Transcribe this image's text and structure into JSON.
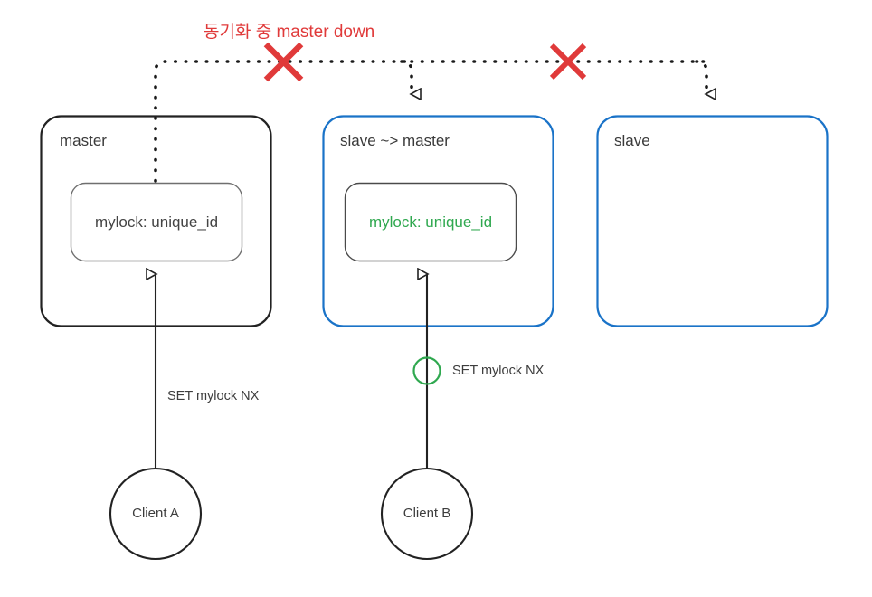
{
  "diagram": {
    "title": "동기화 중 master down",
    "title_color": "#e03a3a",
    "colors": {
      "blue": "#1a73c8",
      "green": "#2fa84f",
      "red": "#e03a3a",
      "dark": "#222222",
      "gray": "#808080"
    },
    "nodes": [
      {
        "id": "master",
        "label": "master",
        "border_color": "#222222",
        "inner": {
          "label": "mylock: unique_id",
          "text_color": "#444444"
        }
      },
      {
        "id": "slave-promoted",
        "label": "slave ~> master",
        "border_color": "#1a73c8",
        "inner": {
          "label": "mylock: unique_id",
          "text_color": "#2fa84f"
        }
      },
      {
        "id": "slave",
        "label": "slave",
        "border_color": "#1a73c8",
        "inner": null
      }
    ],
    "clients": [
      {
        "id": "client-a",
        "label": "Client A"
      },
      {
        "id": "client-b",
        "label": "Client B"
      }
    ],
    "edges": [
      {
        "id": "client-a-set",
        "label": "SET mylock NX",
        "from": "client-a",
        "to": "master"
      },
      {
        "id": "client-b-set",
        "label": "SET mylock NX",
        "from": "client-b",
        "to": "slave-promoted",
        "marker": "circle",
        "marker_color": "#2fa84f"
      }
    ],
    "replication": {
      "style": "dotted",
      "from": "master",
      "to": [
        "slave-promoted",
        "slave"
      ],
      "blocked_marks": 2,
      "blocked_symbol": "X",
      "blocked_color": "#e03a3a"
    }
  }
}
